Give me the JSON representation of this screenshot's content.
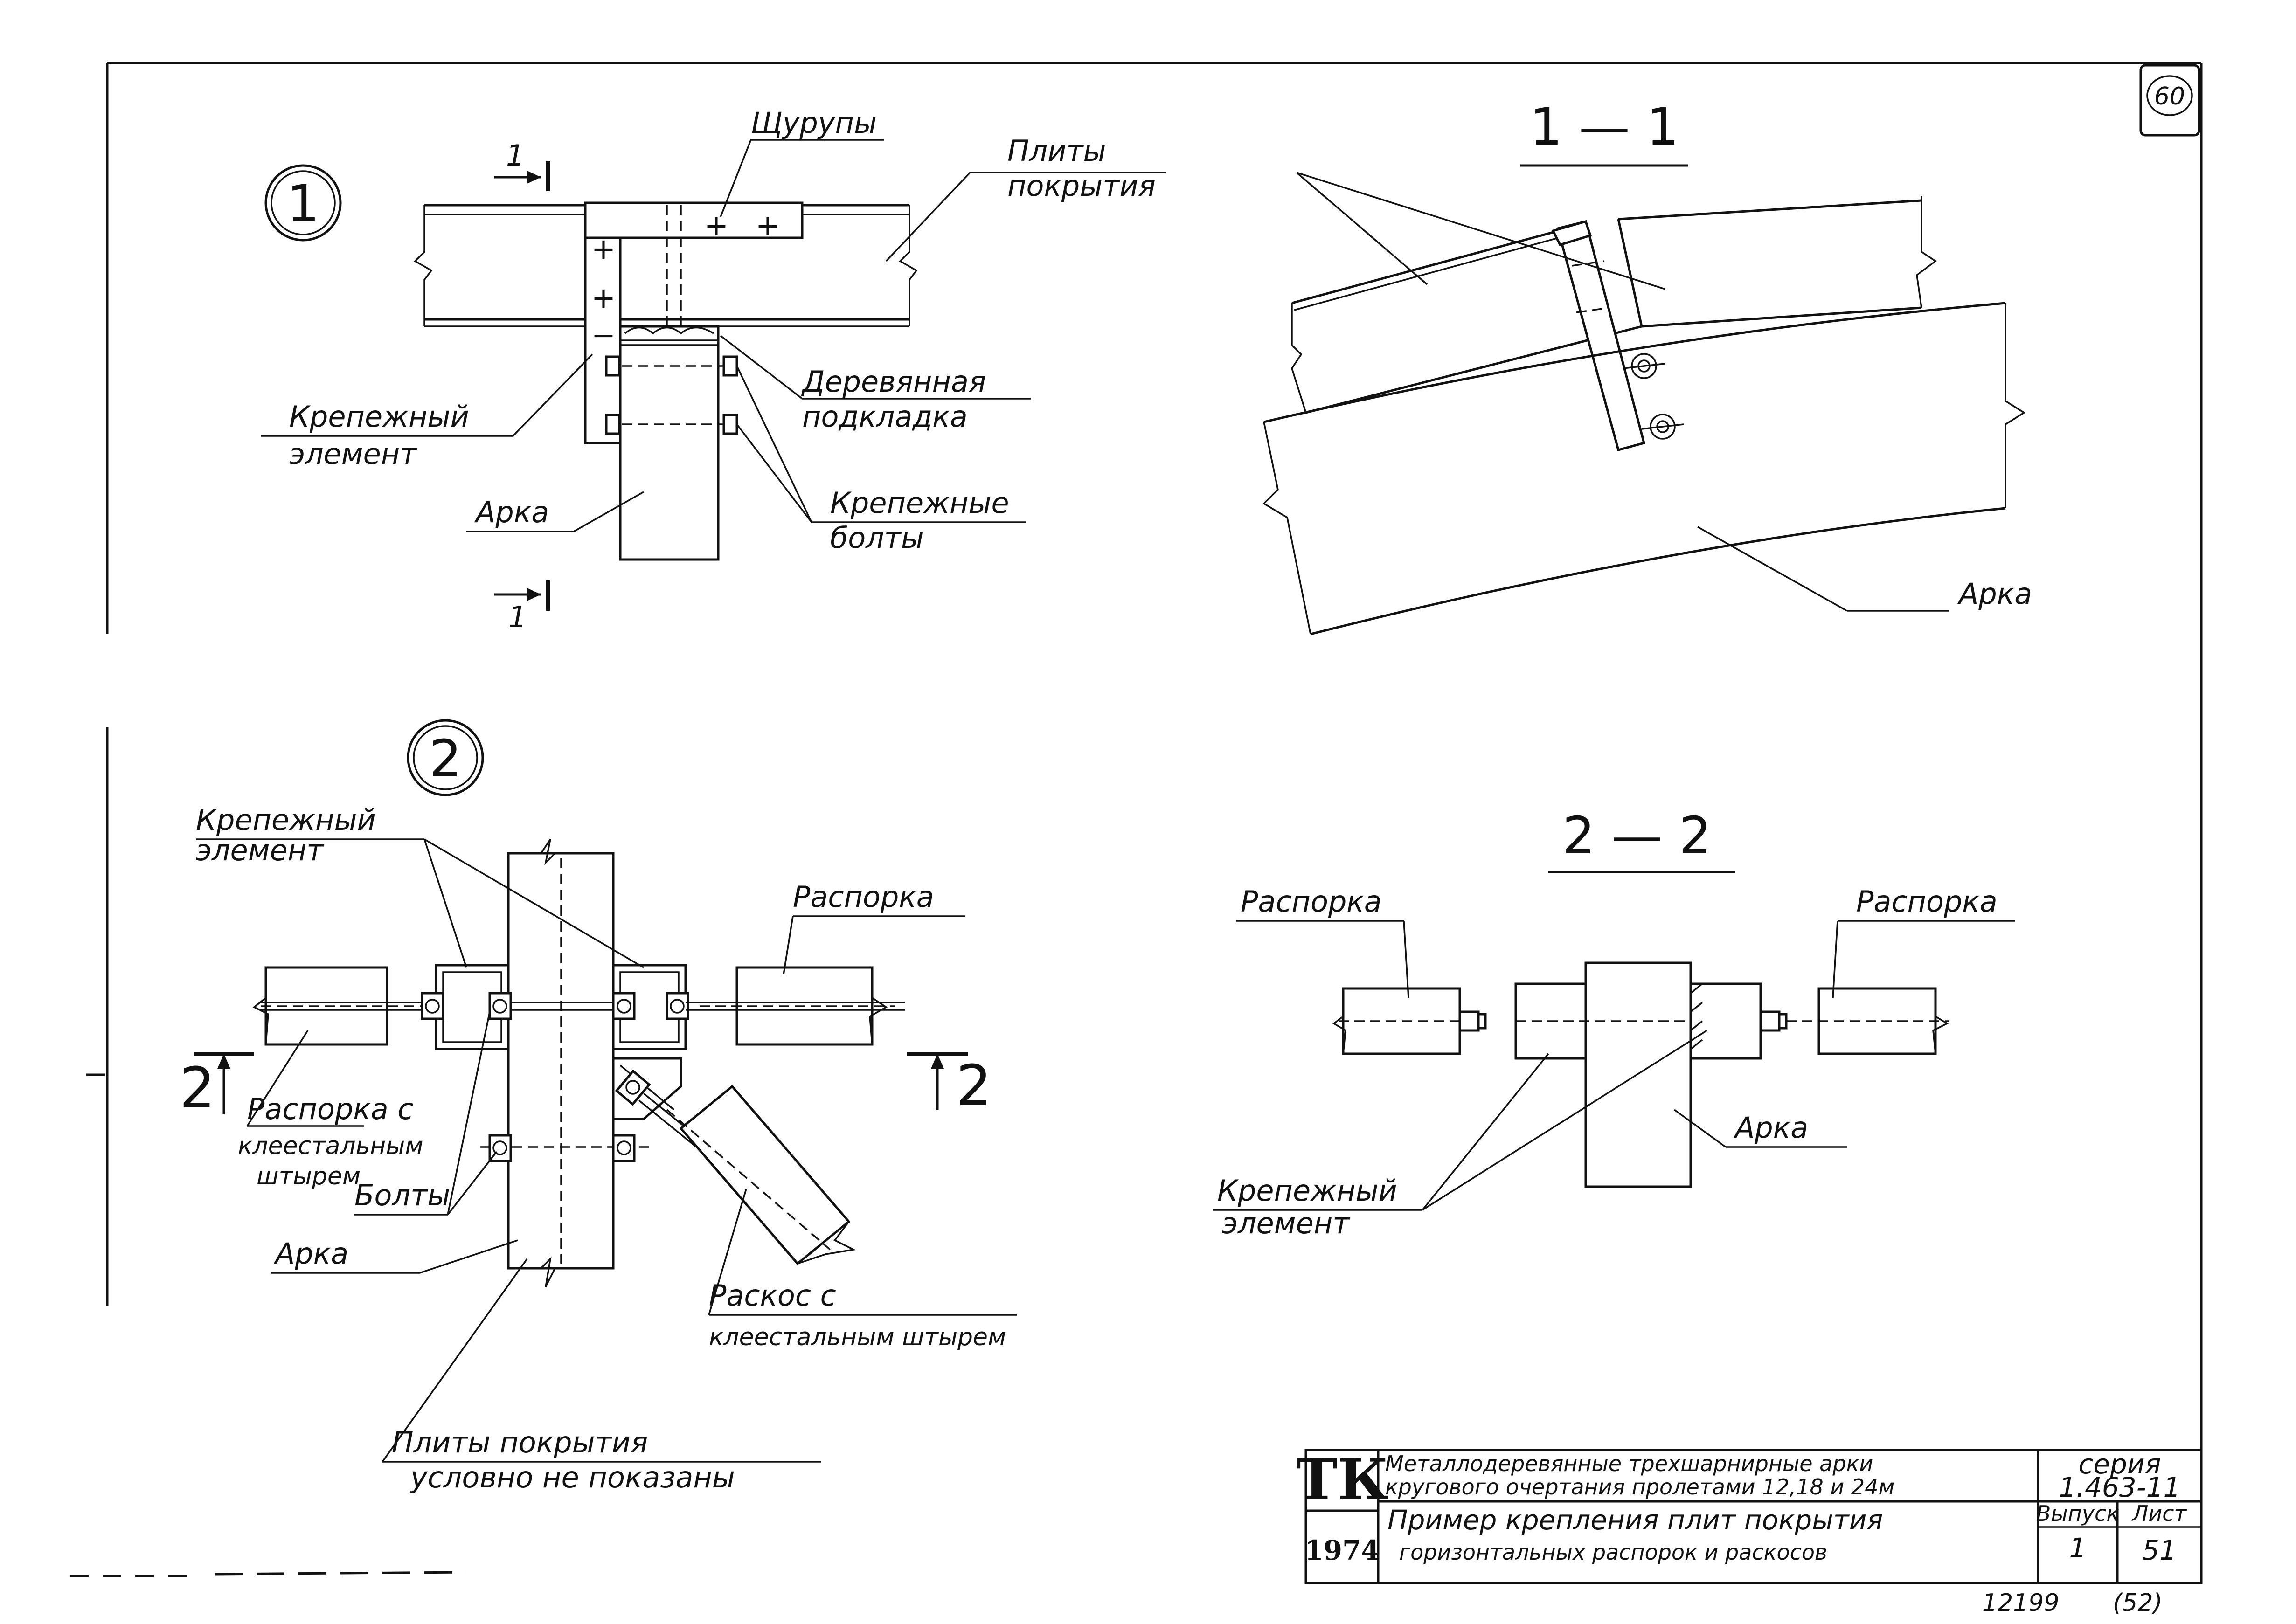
{
  "sheet": {
    "page_number": "60",
    "stamp_note": "12199",
    "stamp_note_2": "(52)"
  },
  "detail1": {
    "marker": "1",
    "section_mark": "1",
    "labels": {
      "screws": "Щурупы",
      "cover_plates_l1": "Плиты",
      "cover_plates_l2": "покрытия",
      "wood_pad_l1": "Деревянная",
      "wood_pad_l2": "подкладка",
      "fastening_element_l1": "Крепежный",
      "fastening_element_l2": "элемент",
      "arch": "Арка",
      "bolts_l1": "Крепежные",
      "bolts_l2": "болты"
    }
  },
  "section11": {
    "title": "1 — 1",
    "arch": "Арка"
  },
  "detail2": {
    "marker": "2",
    "section_mark": "2",
    "labels": {
      "fastening_element_l1": "Крепежный",
      "fastening_element_l2": "элемент",
      "strut": "Распорка",
      "strut_rod_l1": "Распорка с",
      "strut_rod_l2": "клеестальным",
      "strut_rod_l3": "штырем",
      "bolts": "Болты",
      "arch": "Арка",
      "brace_l1": "Раскос   с",
      "brace_l2": "клеестальным штырем",
      "note_l1": "Плиты  покрытия",
      "note_l2": "условно  не  показаны"
    }
  },
  "section22": {
    "title": "2 — 2",
    "strut_left": "Распорка",
    "strut_right": "Распорка",
    "arch": "Арка",
    "fastening_element_l1": "Крепежный",
    "fastening_element_l2": "элемент"
  },
  "title_block": {
    "org": "ТК",
    "year": "1974",
    "project_l1": "Металлодеревянные трехшарнирные арки",
    "project_l2": "кругового очертания пролетами 12,18 и 24м",
    "sheet_title_l1": "Пример крепления плит покрытия",
    "sheet_title_l2": "горизонтальных распорок и раскосов",
    "series_label": "серия",
    "series_value": "1.463-11",
    "issue_label": "Выпуск",
    "issue_value": "1",
    "sheet_label": "Лист",
    "sheet_value": "51"
  }
}
